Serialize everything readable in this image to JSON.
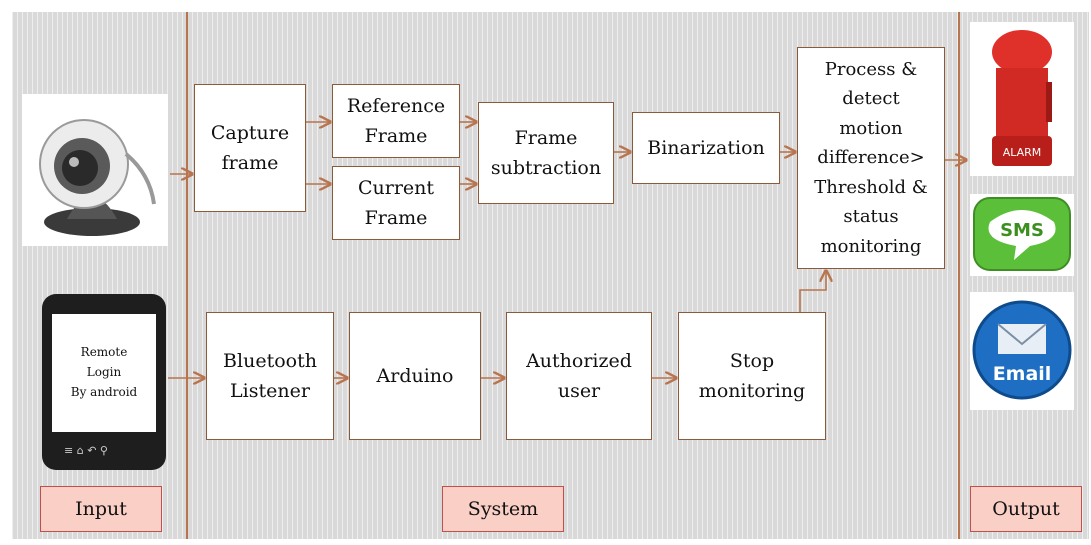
{
  "columns": {
    "input_label": "Input",
    "system_label": "System",
    "output_label": "Output"
  },
  "blocks": {
    "capture_frame": "Capture\nframe",
    "reference_frame": "Reference\nFrame",
    "current_frame": "Current\nFrame",
    "frame_subtraction": "Frame\nsubtraction",
    "binarization": "Binarization",
    "process_detect": "Process &\ndetect\nmotion\ndifference>\nThreshold &\nstatus\nmonitoring",
    "bluetooth_listener": "Bluetooth\nListener",
    "arduino": "Arduino",
    "authorized_user": "Authorized\nuser",
    "stop_monitoring": "Stop\nmonitoring"
  },
  "inputs": {
    "phone_screen_text": "Remote\nLogin\nBy android"
  },
  "outputs": {
    "alarm_text": "ALARM",
    "sms_text": "SMS",
    "email_text": "Email"
  },
  "colors": {
    "arrow": "#b8744f",
    "label_fill": "#f9cfc6",
    "label_border": "#c0504d",
    "background": "#d9d9d9"
  }
}
